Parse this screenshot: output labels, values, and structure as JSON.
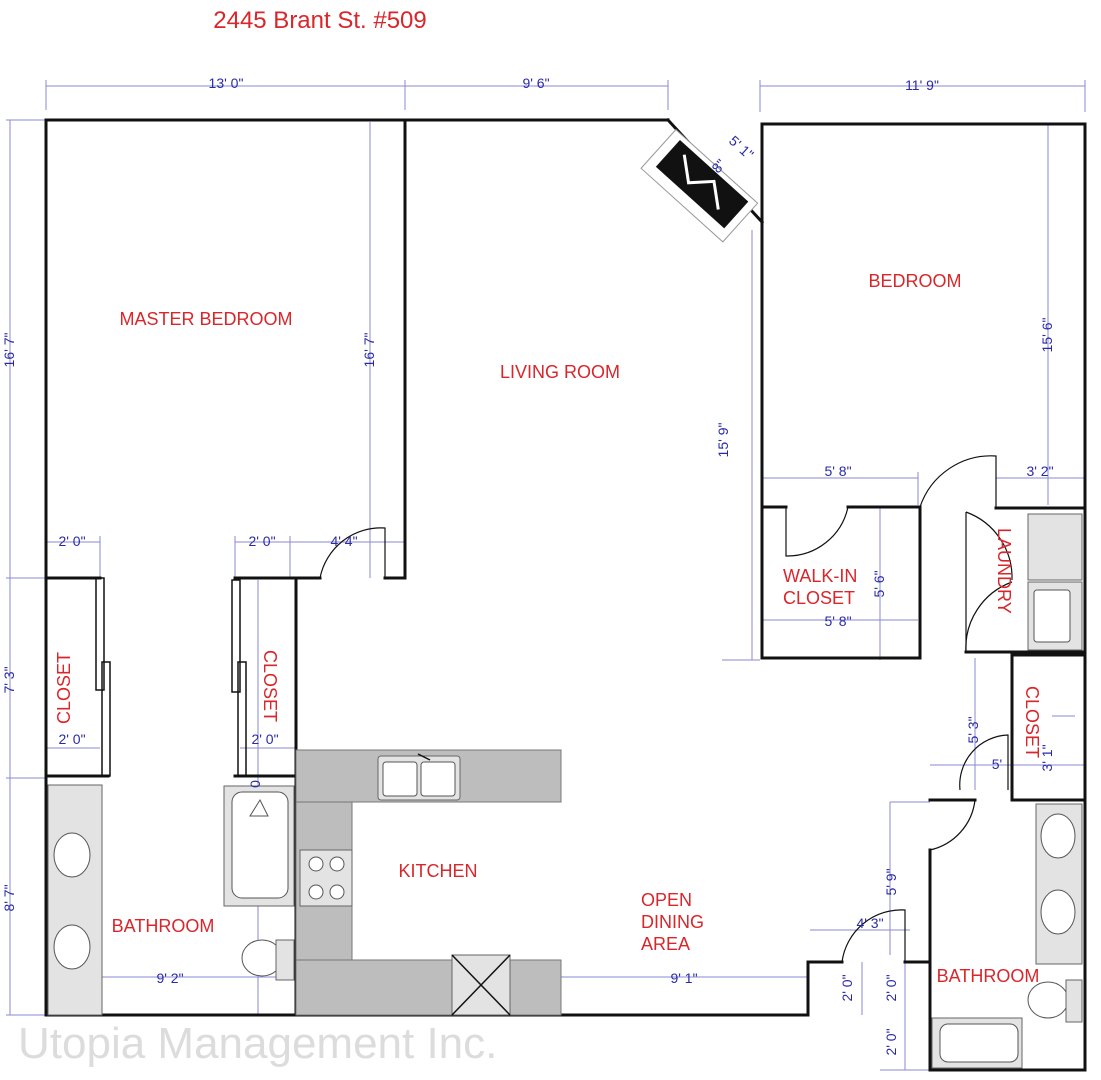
{
  "title": "2445 Brant St. #509",
  "watermark": "Utopia Management Inc.",
  "rooms": {
    "master_bedroom": "MASTER BEDROOM",
    "living_room": "LIVING ROOM",
    "bedroom": "BEDROOM",
    "walk_in_closet_1": "WALK-IN",
    "walk_in_closet_2": "CLOSET",
    "laundry": "LAUNDRY",
    "closet_left": "CLOSET",
    "closet_mid": "CLOSET",
    "closet_right": "CLOSET",
    "kitchen": "KITCHEN",
    "open_dining_1": "OPEN",
    "open_dining_2": "DINING",
    "open_dining_3": "AREA",
    "bathroom_left": "BATHROOM",
    "bathroom_right": "BATHROOM"
  },
  "dims": {
    "top_master": "13' 0\"",
    "top_living": "9' 6\"",
    "top_bedroom": "11' 9\"",
    "diag_width": "5' 1\"",
    "diag_depth": "8\"",
    "left_master": "16' 7\"",
    "left_closet": "7' 3\"",
    "left_bath": "8' 7\"",
    "master_inner": "16' 7\"",
    "living_height": "15' 9\"",
    "bedroom_height": "15' 6\"",
    "closet_w_left": "2' 0\"",
    "closet_w_mid": "2' 0\"",
    "door_master": "4' 4\"",
    "closet_w_left_b": "2' 0\"",
    "closet_w_mid_b": "2' 0\"",
    "walkin_top": "5' 8\"",
    "laundry_top": "3' 2\"",
    "walkin_height": "5' 6\"",
    "walkin_bottom": "5' 8\"",
    "hall_closet_h": "5' 3\"",
    "hall_closet_w": "5'",
    "right_closet_d": "3' 1\"",
    "bath_left_w": "9' 2\"",
    "dining_w": "9' 1\"",
    "bath_right_h": "5' 9\"",
    "entry_door": "4' 3\"",
    "step_a": "2' 0\"",
    "step_b": "2' 0\"",
    "step_c": "2' 0\"",
    "tub_small": "0"
  }
}
